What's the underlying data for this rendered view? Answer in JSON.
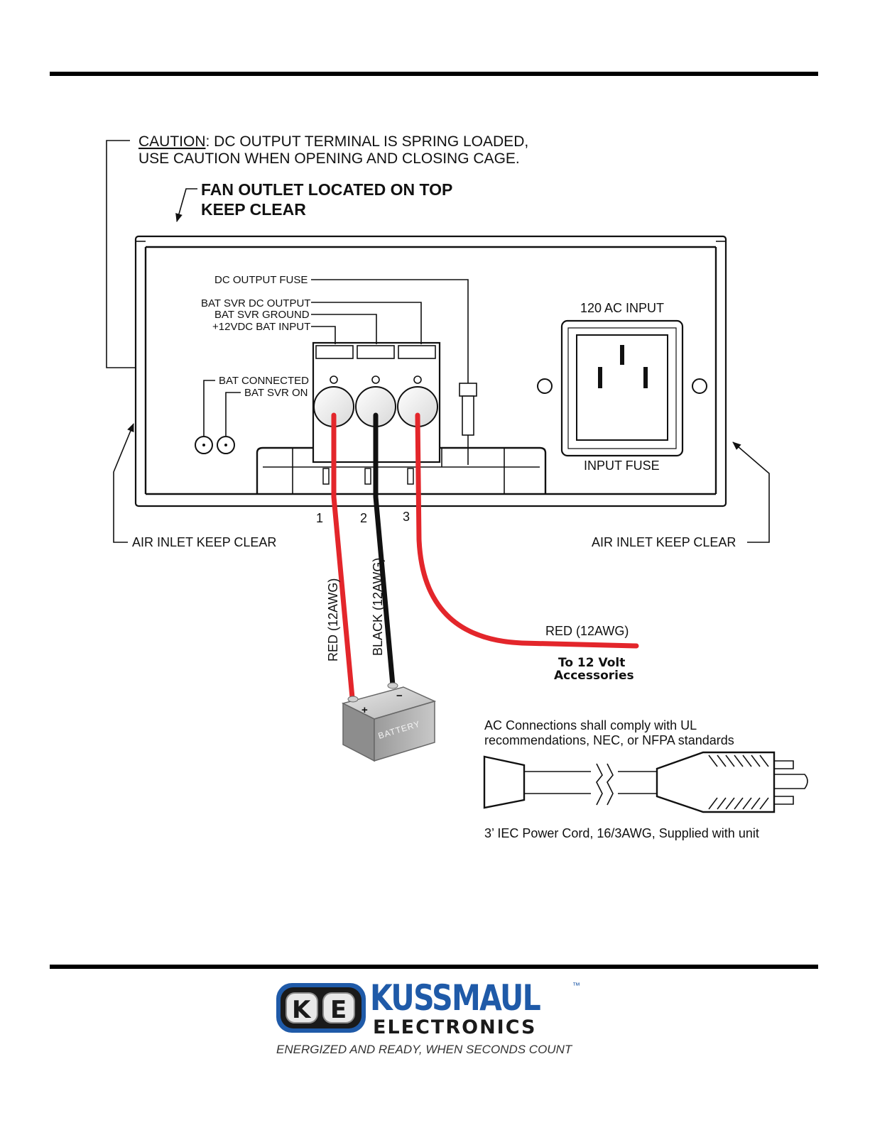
{
  "caution": {
    "underlined_word": "CAUTION",
    "line1_rest": ": DC OUTPUT TERMINAL IS SPRING LOADED,",
    "line2": "USE CAUTION WHEN OPENING AND CLOSING CAGE."
  },
  "fan": {
    "line1": "FAN OUTLET LOCATED ON TOP",
    "line2": "KEEP CLEAR"
  },
  "labels": {
    "dc_output_fuse": "DC OUTPUT FUSE",
    "bat_svr_dc_output": "BAT SVR DC OUTPUT",
    "bat_svr_ground": "BAT SVR GROUND",
    "bat_input": "+12VDC BAT INPUT",
    "bat_connected": "BAT CONNECTED",
    "bat_svr_on": "BAT SVR ON",
    "ac_input": "120 AC INPUT",
    "input_fuse": "INPUT FUSE",
    "air_inlet_left": "AIR INLET KEEP CLEAR",
    "air_inlet_right": "AIR INLET KEEP CLEAR",
    "term1": "1",
    "term2": "2",
    "term3": "3"
  },
  "wires": {
    "red_wire": "RED  (12AWG)",
    "black_wire": "BLACK  (12AWG)",
    "red_out": "RED  (12AWG)",
    "accessories_line1": "To  12  Volt",
    "accessories_line2": "Accessories",
    "colors": {
      "red": "#e3262b",
      "black": "#111111"
    }
  },
  "battery": {
    "label": "BATTERY",
    "plus": "+",
    "minus": "−"
  },
  "ac_note": {
    "line1": "AC Connections shall comply with UL",
    "line2": "recommendations, NEC, or NFPA standards",
    "cord_caption": "3’ IEC Power Cord, 16/3AWG, Supplied with unit"
  },
  "footer": {
    "logo_letters": "KE",
    "brand": "KUSSMAUL",
    "trademark": "™",
    "sub": "ELECTRONICS",
    "tagline": "ENERGIZED AND READY, WHEN SECONDS COUNT",
    "brand_color": "#1f5aa8"
  }
}
